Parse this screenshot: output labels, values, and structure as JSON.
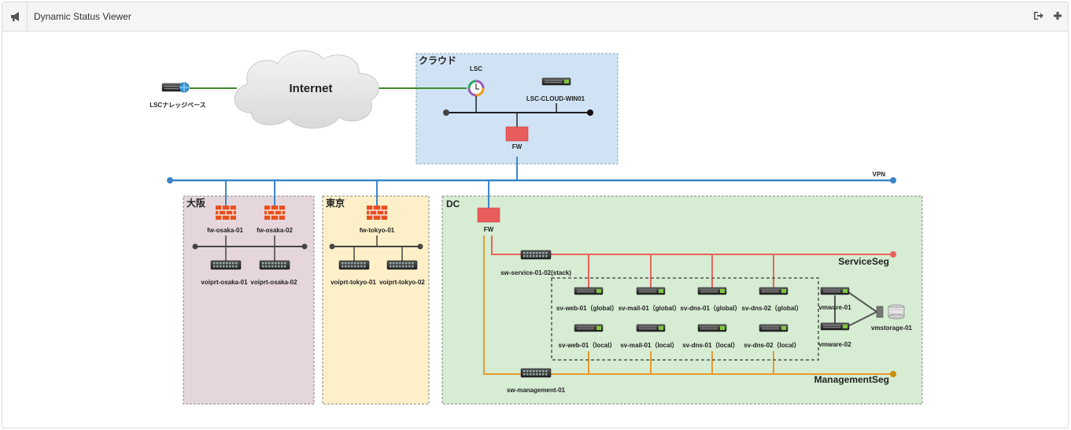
{
  "header": {
    "title": "Dynamic Status Viewer",
    "icon": "megaphone-icon",
    "actions": [
      "sign-out-icon",
      "plus-icon"
    ]
  },
  "internet": {
    "label": "Internet"
  },
  "knowledge_base": {
    "label": "LSCナレッジベース"
  },
  "cloud": {
    "label": "クラウド",
    "lsc_label": "LSC",
    "server_label": "LSC-CLOUD-WIN01",
    "fw_label": "FW"
  },
  "vpn": {
    "label": "VPN"
  },
  "osaka": {
    "label": "大阪",
    "fw1": "fw-osaka-01",
    "fw2": "fw-osaka-02",
    "sw1": "voiprt-osaka-01",
    "sw2": "voiprt-osaka-02"
  },
  "tokyo": {
    "label": "東京",
    "fw1": "fw-tokyo-01",
    "sw1": "voiprt-tokyo-01",
    "sw2": "voiprt-tokyo-02"
  },
  "dc": {
    "label": "DC",
    "fw_label": "FW",
    "service_switch": "sw-service-01-02(stack)",
    "service_seg": "ServiceSeg",
    "mgmt_switch": "sw-management-01",
    "mgmt_seg": "ManagementSeg",
    "servers_global": [
      "sv-web-01（global）",
      "sv-mail-01（global）",
      "sv-dns-01（global）",
      "sv-dns-02（global）"
    ],
    "servers_local": [
      "sv-web-01（local）",
      "sv-mail-01（local）",
      "sv-dns-01（local）",
      "sv-dns-02（local）"
    ],
    "vmware1": "vmware-01",
    "vmware2": "vmware-02",
    "storage": "vmstorage-01"
  },
  "colors": {
    "vpn_line": "#3a86c8",
    "service_line": "#e8625c",
    "mgmt_line": "#e89a2e",
    "cloud_zone": "#cfe3f5",
    "osaka_zone": "#e5d6dc",
    "tokyo_zone": "#fdf0c8",
    "dc_zone": "#d6ecd3",
    "fw_red": "#e85c5c",
    "internet_link": "#3f8a2e"
  }
}
